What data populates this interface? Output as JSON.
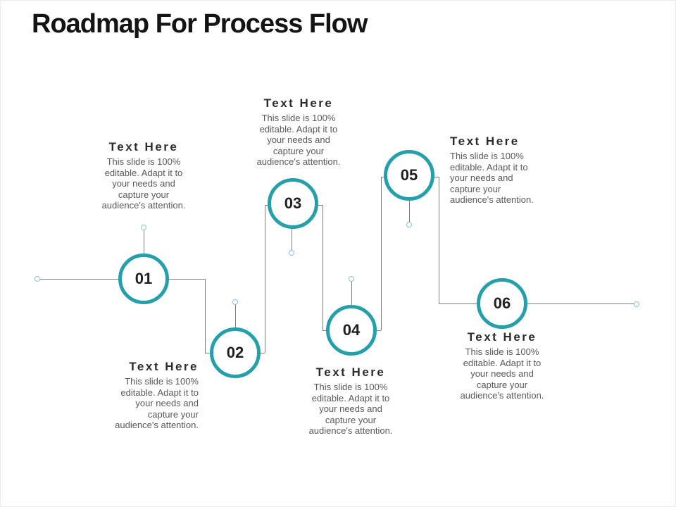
{
  "title": "Roadmap For Process Flow",
  "colors": {
    "accent_teal": "#25a0aa",
    "connector_gray": "#7c7c7c",
    "endpoint_blue": "#8fbfd6",
    "title_black": "#141414",
    "heading_dark": "#2b2b2b",
    "body_gray": "#595959"
  },
  "steps": [
    {
      "number": "01",
      "heading": "Text Here",
      "description": "This slide is 100% editable. Adapt it to your needs and capture your audience's attention."
    },
    {
      "number": "02",
      "heading": "Text Here",
      "description": "This slide is 100% editable. Adapt it to your needs and capture your audience's attention."
    },
    {
      "number": "03",
      "heading": "Text Here",
      "description": "This slide is 100% editable. Adapt it to your needs and capture your audience's attention."
    },
    {
      "number": "04",
      "heading": "Text Here",
      "description": "This slide is 100% editable. Adapt it to your needs and capture your audience's attention."
    },
    {
      "number": "05",
      "heading": "Text Here",
      "description": "This slide is 100% editable. Adapt it to your needs and capture your audience's attention."
    },
    {
      "number": "06",
      "heading": "Text Here",
      "description": "This slide is 100% editable. Adapt it to your needs and capture your audience's attention."
    }
  ]
}
